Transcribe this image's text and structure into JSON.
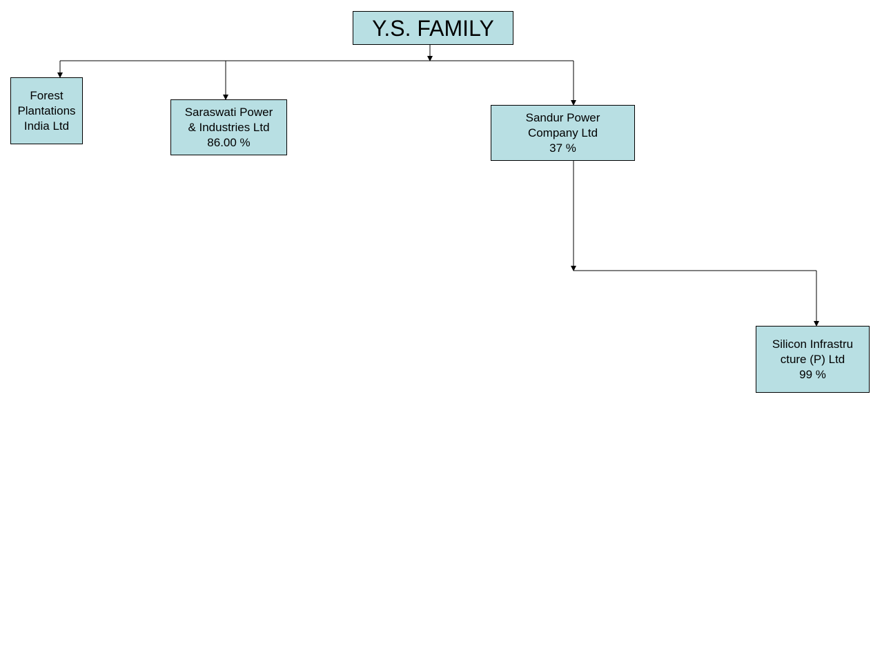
{
  "diagram": {
    "root": {
      "title": "Y.S. FAMILY"
    },
    "nodes": {
      "forest": {
        "lines": [
          "Forest",
          "Plantations",
          "India Ltd"
        ]
      },
      "saraswati": {
        "lines": [
          "Saraswati Power",
          "& Industries Ltd",
          "86.00 %"
        ]
      },
      "sandur": {
        "lines": [
          "Sandur Power",
          "Company Ltd",
          "37 %"
        ]
      },
      "silicon": {
        "lines": [
          "Silicon Infrastru",
          "cture (P) Ltd",
          "99 %"
        ]
      }
    },
    "colors": {
      "box_fill": "#b8dfe3",
      "box_border": "#000000",
      "connector": "#000000"
    }
  }
}
